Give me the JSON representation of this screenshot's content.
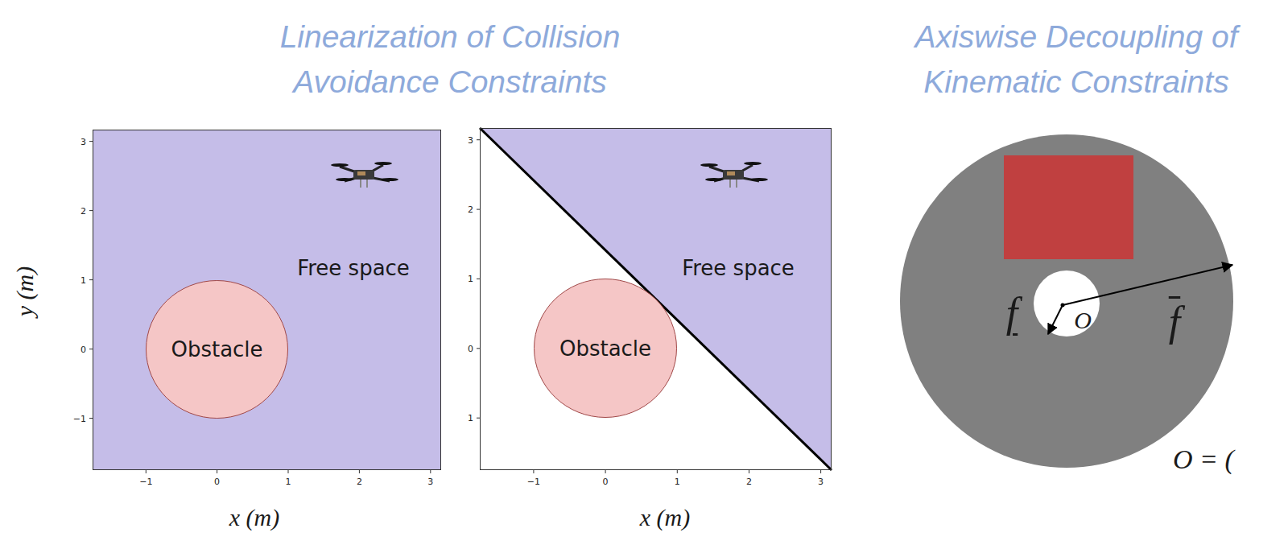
{
  "diagram": {
    "nodes": [
      {
        "text": [
          "Free space"
        ]
      },
      {
        "text": [
          "Obstacle"
        ],
        "in": 0
      },
      {
        "text": [
          "Free space"
        ]
      },
      {
        "text": [
          "Obstacle"
        ],
        "in": 2
      }
    ],
    "labels": [
      "Linearization of Collision Avoidance Constraints",
      "Axiswise Decoupling of Kinematic Constraints",
      "y (m)",
      "3",
      "2",
      "1",
      "0",
      "−1",
      "−1",
      "0",
      "1",
      "2",
      "3",
      "x (m)",
      "3",
      "2",
      "1",
      "0",
      "1",
      "−1",
      "0",
      "1",
      "2",
      "3",
      "x (m)",
      "f",
      "O",
      "f",
      "O = ("
    ]
  }
}
